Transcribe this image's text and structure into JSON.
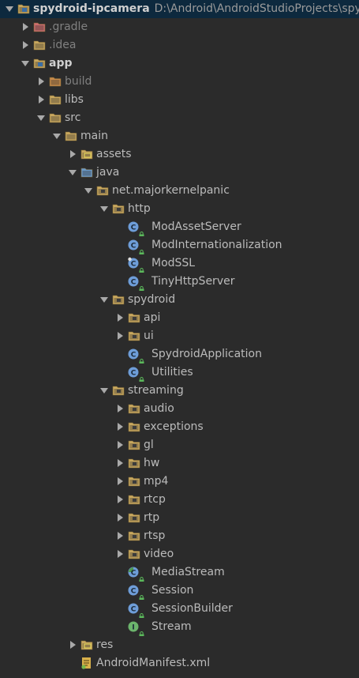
{
  "project": {
    "name": "spydroid-ipcamera",
    "path": "D:\\Android\\AndroidStudioProjects\\spydroid-ipcamera"
  },
  "colors": {
    "selection": "#0d293e",
    "folder": "#c9a85e",
    "excluded_folder": "#cc6d6d",
    "source_folder": "#6b9ac9",
    "class_icon": "#6e9dd8",
    "interface_icon": "#6cb46c",
    "lock": "#5bb85b"
  },
  "tree": [
    {
      "depth": 0,
      "arrow": "expanded",
      "icon": "module-folder",
      "label": "spydroid-ipcamera",
      "style": "bold",
      "path": "D:\\Android\\AndroidStudioProjects\\spydroid-ipcamera",
      "selected": true,
      "name": "tree-node-project-root"
    },
    {
      "depth": 1,
      "arrow": "collapsed",
      "icon": "excluded-folder",
      "label": ".gradle",
      "style": "dim",
      "name": "tree-node-gradle"
    },
    {
      "depth": 1,
      "arrow": "collapsed",
      "icon": "folder",
      "label": ".idea",
      "style": "dim",
      "name": "tree-node-idea"
    },
    {
      "depth": 1,
      "arrow": "expanded",
      "icon": "module-folder",
      "label": "app",
      "style": "bold",
      "name": "tree-node-app"
    },
    {
      "depth": 2,
      "arrow": "collapsed",
      "icon": "excluded-folder-orange",
      "label": "build",
      "style": "dim",
      "name": "tree-node-build"
    },
    {
      "depth": 2,
      "arrow": "collapsed",
      "icon": "folder",
      "label": "libs",
      "name": "tree-node-libs"
    },
    {
      "depth": 2,
      "arrow": "expanded",
      "icon": "folder",
      "label": "src",
      "name": "tree-node-src"
    },
    {
      "depth": 3,
      "arrow": "expanded",
      "icon": "folder",
      "label": "main",
      "name": "tree-node-main"
    },
    {
      "depth": 4,
      "arrow": "collapsed",
      "icon": "resource-folder",
      "label": "assets",
      "name": "tree-node-assets"
    },
    {
      "depth": 4,
      "arrow": "expanded",
      "icon": "source-folder",
      "label": "java",
      "name": "tree-node-java"
    },
    {
      "depth": 5,
      "arrow": "expanded",
      "icon": "package",
      "label": "net.majorkernelpanic",
      "name": "tree-node-net-majorkernelpanic"
    },
    {
      "depth": 6,
      "arrow": "expanded",
      "icon": "package",
      "label": "http",
      "name": "tree-node-http"
    },
    {
      "depth": 7,
      "icon": "class",
      "lock": true,
      "label": "ModAssetServer",
      "name": "tree-node-modassetserver"
    },
    {
      "depth": 7,
      "icon": "class",
      "lock": true,
      "label": "ModInternationalization",
      "name": "tree-node-modinternationalization"
    },
    {
      "depth": 7,
      "icon": "class-special",
      "lock": true,
      "label": "ModSSL",
      "name": "tree-node-modssl"
    },
    {
      "depth": 7,
      "icon": "class",
      "lock": true,
      "label": "TinyHttpServer",
      "name": "tree-node-tinyhttpserver"
    },
    {
      "depth": 6,
      "arrow": "expanded",
      "icon": "package",
      "label": "spydroid",
      "name": "tree-node-spydroid"
    },
    {
      "depth": 7,
      "arrow": "collapsed",
      "icon": "package",
      "label": "api",
      "name": "tree-node-api"
    },
    {
      "depth": 7,
      "arrow": "collapsed",
      "icon": "package",
      "label": "ui",
      "name": "tree-node-ui"
    },
    {
      "depth": 7,
      "icon": "class",
      "lock": true,
      "label": "SpydroidApplication",
      "name": "tree-node-spydroidapplication"
    },
    {
      "depth": 7,
      "icon": "class",
      "lock": true,
      "label": "Utilities",
      "name": "tree-node-utilities"
    },
    {
      "depth": 6,
      "arrow": "expanded",
      "icon": "package",
      "label": "streaming",
      "name": "tree-node-streaming"
    },
    {
      "depth": 7,
      "arrow": "collapsed",
      "icon": "package",
      "label": "audio",
      "name": "tree-node-audio"
    },
    {
      "depth": 7,
      "arrow": "collapsed",
      "icon": "package",
      "label": "exceptions",
      "name": "tree-node-exceptions"
    },
    {
      "depth": 7,
      "arrow": "collapsed",
      "icon": "package",
      "label": "gl",
      "name": "tree-node-gl"
    },
    {
      "depth": 7,
      "arrow": "collapsed",
      "icon": "package",
      "label": "hw",
      "name": "tree-node-hw"
    },
    {
      "depth": 7,
      "arrow": "collapsed",
      "icon": "package",
      "label": "mp4",
      "name": "tree-node-mp4"
    },
    {
      "depth": 7,
      "arrow": "collapsed",
      "icon": "package",
      "label": "rtcp",
      "name": "tree-node-rtcp"
    },
    {
      "depth": 7,
      "arrow": "collapsed",
      "icon": "package",
      "label": "rtp",
      "name": "tree-node-rtp"
    },
    {
      "depth": 7,
      "arrow": "collapsed",
      "icon": "package",
      "label": "rtsp",
      "name": "tree-node-rtsp"
    },
    {
      "depth": 7,
      "arrow": "collapsed",
      "icon": "package",
      "label": "video",
      "name": "tree-node-video"
    },
    {
      "depth": 7,
      "icon": "class-abstract",
      "lock": true,
      "label": "MediaStream",
      "name": "tree-node-mediastream"
    },
    {
      "depth": 7,
      "icon": "class",
      "lock": true,
      "label": "Session",
      "name": "tree-node-session"
    },
    {
      "depth": 7,
      "icon": "class",
      "lock": true,
      "label": "SessionBuilder",
      "name": "tree-node-sessionbuilder"
    },
    {
      "depth": 7,
      "icon": "interface",
      "lock": true,
      "label": "Stream",
      "name": "tree-node-stream"
    },
    {
      "depth": 4,
      "arrow": "collapsed",
      "icon": "resource-folder",
      "label": "res",
      "name": "tree-node-res"
    },
    {
      "depth": 4,
      "icon": "manifest-file",
      "label": "AndroidManifest.xml",
      "name": "tree-node-androidmanifest"
    }
  ]
}
